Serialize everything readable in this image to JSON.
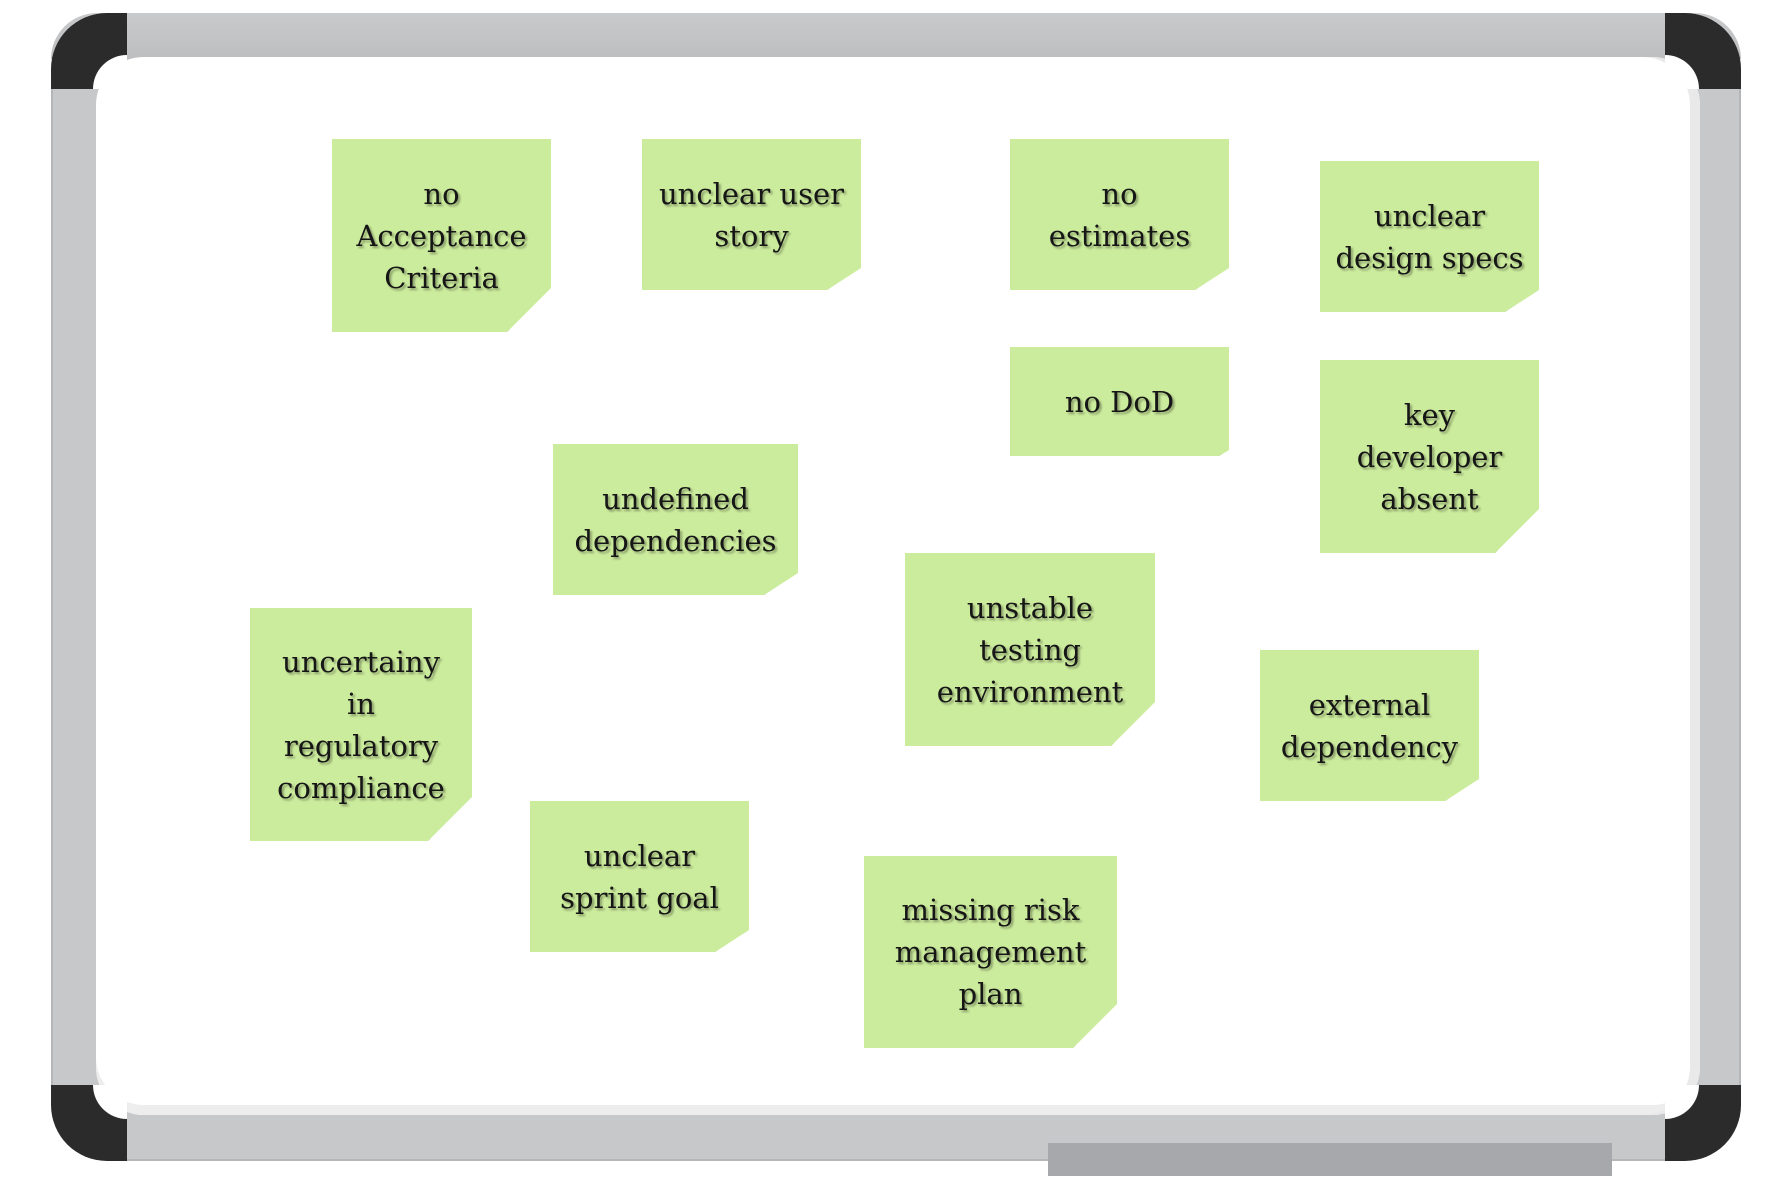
{
  "whiteboard": {
    "notes": [
      {
        "text": "no\nAcceptance\nCriteria"
      },
      {
        "text": "unclear user\nstory"
      },
      {
        "text": "no\nestimates"
      },
      {
        "text": "unclear\ndesign specs"
      },
      {
        "text": "no DoD"
      },
      {
        "text": "key\ndeveloper\nabsent"
      },
      {
        "text": "undefined\ndependencies"
      },
      {
        "text": "unstable\ntesting\nenvironment"
      },
      {
        "text": "uncertainy\nin\nregulatory\ncompliance"
      },
      {
        "text": "external\ndependency"
      },
      {
        "text": "unclear\nsprint goal"
      },
      {
        "text": "missing risk\nmanagement\nplan"
      }
    ],
    "colors": {
      "note": "#ccec9d",
      "frame": "#c7c8ca",
      "corner": "#2b2b2b",
      "tray": "#a7a8ab"
    }
  }
}
